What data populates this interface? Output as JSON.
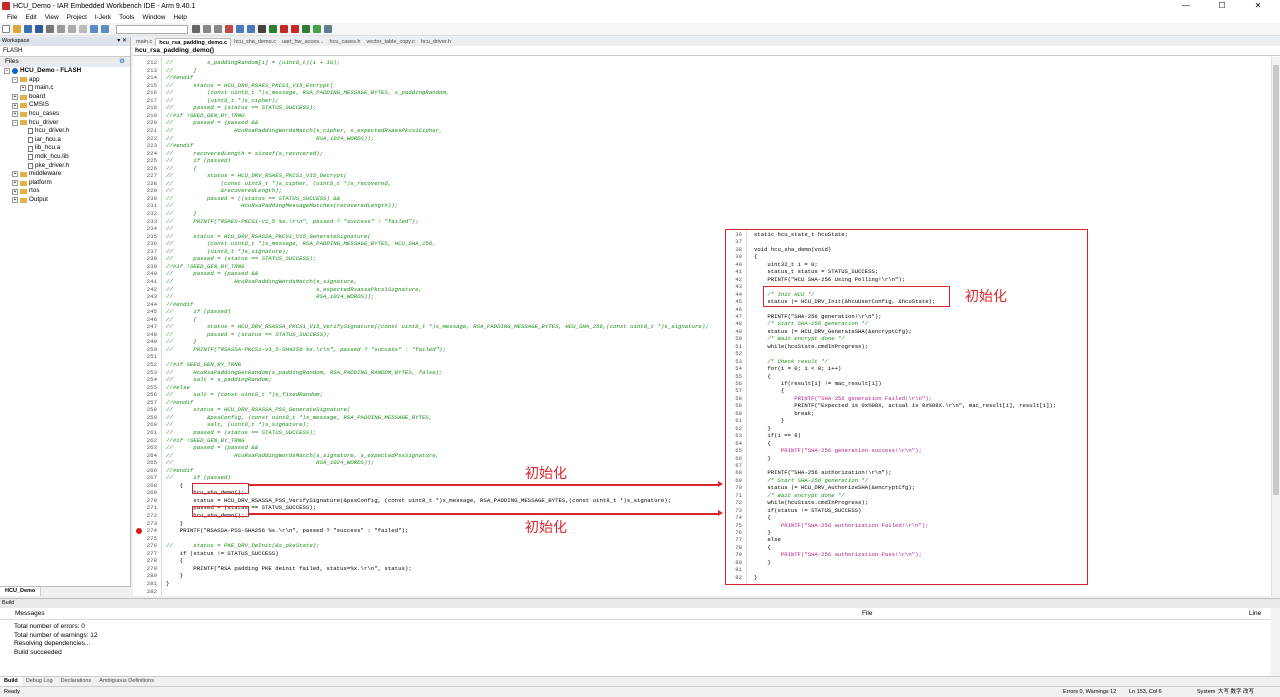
{
  "window": {
    "title": "HCU_Demo - IAR Embedded Workbench IDE - Arm 9.40.1",
    "controls": [
      "—",
      "☐",
      "✕"
    ]
  },
  "menu": [
    "File",
    "Edit",
    "View",
    "Project",
    "I-Jerk",
    "Tools",
    "Window",
    "Help"
  ],
  "workspace": {
    "header": "Workspace",
    "config": "FLASH",
    "files_label": "Files",
    "tab": "HCU_Demo",
    "tree": [
      {
        "label": "HCU_Demo - FLASH",
        "type": "project",
        "level": 0,
        "exp": "−"
      },
      {
        "label": "app",
        "type": "folder",
        "level": 1,
        "exp": "−"
      },
      {
        "label": "main.c",
        "type": "file",
        "level": 2,
        "exp": "+"
      },
      {
        "label": "board",
        "type": "folder",
        "level": 1,
        "exp": "+"
      },
      {
        "label": "CMSIS",
        "type": "folder",
        "level": 1,
        "exp": "+"
      },
      {
        "label": "hcu_cases",
        "type": "folder",
        "level": 1,
        "exp": "+"
      },
      {
        "label": "hcu_driver",
        "type": "folder",
        "level": 1,
        "exp": "−"
      },
      {
        "label": "hcu_driver.h",
        "type": "file",
        "level": 2,
        "exp": ""
      },
      {
        "label": "iar_hcu.a",
        "type": "file",
        "level": 2,
        "exp": ""
      },
      {
        "label": "lib_hcu.a",
        "type": "file",
        "level": 2,
        "exp": ""
      },
      {
        "label": "mdk_hcu.lib",
        "type": "file",
        "level": 2,
        "exp": ""
      },
      {
        "label": "pke_driver.h",
        "type": "file",
        "level": 2,
        "exp": ""
      },
      {
        "label": "middleware",
        "type": "folder",
        "level": 1,
        "exp": "+"
      },
      {
        "label": "platform",
        "type": "folder",
        "level": 1,
        "exp": "+"
      },
      {
        "label": "rtos",
        "type": "folder",
        "level": 1,
        "exp": "+"
      },
      {
        "label": "Output",
        "type": "folder",
        "level": 1,
        "exp": "+"
      }
    ]
  },
  "editor": {
    "tabs": [
      {
        "label": "main.c",
        "active": false
      },
      {
        "label": "hcu_rsa_padding_demo.c",
        "active": true
      },
      {
        "label": "hcu_sha_demo.c",
        "active": false
      },
      {
        "label": "uart_hw_acces...",
        "active": false
      },
      {
        "label": "hcu_cases.h",
        "active": false
      },
      {
        "label": "vector_table_copy.c",
        "active": false
      },
      {
        "label": "hcu_driver.h",
        "active": false
      }
    ],
    "function": "hcu_rsa_padding_demo()",
    "lines": [
      {
        "n": "212",
        "t": "//          s_paddingRandom[i] = (uint8_t)(i + 1U);",
        "c": true
      },
      {
        "n": "213",
        "t": "//      }",
        "c": true
      },
      {
        "n": "214",
        "t": "//#endif",
        "c": true
      },
      {
        "n": "215",
        "t": "//      status = HCU_DRV_RSAES_PKCS1_V15_Encrypt(",
        "c": true
      },
      {
        "n": "216",
        "t": "//          (const uint8_t *)s_message, RSA_PADDING_MESSAGE_BYTES, s_paddingRandom,",
        "c": true
      },
      {
        "n": "217",
        "t": "//          (uint8_t *)s_cipher);",
        "c": true
      },
      {
        "n": "218",
        "t": "//      passed = (status == STATUS_SUCCESS);",
        "c": true
      },
      {
        "n": "219",
        "t": "//#if !SEED_GEN_BY_TRNG",
        "c": true
      },
      {
        "n": "220",
        "t": "//      passed = (passed &&",
        "c": true
      },
      {
        "n": "221",
        "t": "//                  HcuRsaPaddingWordsMatch(s_cipher, s_expectedRsaesPkcs1Cipher,",
        "c": true
      },
      {
        "n": "222",
        "t": "//                                          RSA_1024_WORDS));",
        "c": true
      },
      {
        "n": "223",
        "t": "//#endif",
        "c": true
      },
      {
        "n": "224",
        "t": "//      recoveredLength = sizeof(s_recovered);",
        "c": true
      },
      {
        "n": "225",
        "t": "//      if (passed)",
        "c": true
      },
      {
        "n": "226",
        "t": "//      {",
        "c": true
      },
      {
        "n": "227",
        "t": "//          status = HCU_DRV_RSAES_PKCS1_V15_Decrypt(",
        "c": true
      },
      {
        "n": "228",
        "t": "//              (const uint8_t *)s_cipher, (uint8_t *)s_recovered,",
        "c": true
      },
      {
        "n": "229",
        "t": "//              &recoveredLength);",
        "c": true
      },
      {
        "n": "230",
        "t": "//          passed = ((status == STATUS_SUCCESS) &&",
        "c": true
      },
      {
        "n": "231",
        "t": "//                    HcuRsaPaddingMessageMatches(recoveredLength));",
        "c": true
      },
      {
        "n": "232",
        "t": "//      }",
        "c": true
      },
      {
        "n": "233",
        "t": "//      PRINTF(\"RSAES-PKCS1-v1_5 %s.\\r\\n\", passed ? \"success\" : \"failed\");",
        "c": true
      },
      {
        "n": "234",
        "t": "//",
        "c": true
      },
      {
        "n": "235",
        "t": "//      status = HCU_DRV_RSASSA_PKCS1_V15_GenerateSignature(",
        "c": true
      },
      {
        "n": "236",
        "t": "//          (const uint8_t *)s_message, RSA_PADDING_MESSAGE_BYTES, HCU_SHA_256,",
        "c": true
      },
      {
        "n": "237",
        "t": "//          (uint8_t *)s_signature);",
        "c": true
      },
      {
        "n": "238",
        "t": "//      passed = (status == STATUS_SUCCESS);",
        "c": true
      },
      {
        "n": "239",
        "t": "//#if !SEED_GEN_BY_TRNG",
        "c": true
      },
      {
        "n": "240",
        "t": "//      passed = (passed &&",
        "c": true
      },
      {
        "n": "241",
        "t": "//                  HcuRsaPaddingWordsMatch(s_signature,",
        "c": true
      },
      {
        "n": "242",
        "t": "//                                          s_expectedRsassaPkcs1Signature,",
        "c": true
      },
      {
        "n": "243",
        "t": "//                                          RSA_1024_WORDS));",
        "c": true
      },
      {
        "n": "244",
        "t": "//#endif",
        "c": true
      },
      {
        "n": "245",
        "t": "//      if (passed)",
        "c": true
      },
      {
        "n": "246",
        "t": "//      {",
        "c": true
      },
      {
        "n": "247",
        "t": "//          status = HCU_DRV_RSASSA_PKCS1_V15_VerifySignature((const uint8_t *)s_message, RSA_PADDING_MESSAGE_BYTES, HCU_SHA_256,(const uint8_t *)s_signature);",
        "c": true
      },
      {
        "n": "248",
        "t": "//          passed = (status == STATUS_SUCCESS);",
        "c": true
      },
      {
        "n": "249",
        "t": "//      }",
        "c": true
      },
      {
        "n": "250",
        "t": "//      PRINTF(\"RSASSA-PKCS1-v1_5-SHA256 %s.\\r\\n\", passed ? \"success\" : \"failed\");",
        "c": true
      },
      {
        "n": "251",
        "t": "",
        "c": false
      },
      {
        "n": "252",
        "t": "//#if SEED_GEN_BY_TRNG",
        "c": true
      },
      {
        "n": "253",
        "t": "//      HcuRsaPaddingGetRandom(s_paddingRandom, RSA_PADDING_RANDOM_BYTES, false);",
        "c": true
      },
      {
        "n": "254",
        "t": "//      salt = s_paddingRandom;",
        "c": true
      },
      {
        "n": "255",
        "t": "//#else",
        "c": true
      },
      {
        "n": "256",
        "t": "//      salt = (const uint8_t *)s_fixedRandom;",
        "c": true
      },
      {
        "n": "257",
        "t": "//#endif",
        "c": true
      },
      {
        "n": "258",
        "t": "//      status = HCU_DRV_RSASSA_PSS_GenerateSignature(",
        "c": true
      },
      {
        "n": "259",
        "t": "//          &pssConfig, (const uint8_t *)s_message, RSA_PADDING_MESSAGE_BYTES,",
        "c": true
      },
      {
        "n": "260",
        "t": "//          salt, (uint8_t *)s_signature);",
        "c": true
      },
      {
        "n": "261",
        "t": "//      passed = (status == STATUS_SUCCESS);",
        "c": true
      },
      {
        "n": "262",
        "t": "//#if !SEED_GEN_BY_TRNG",
        "c": true
      },
      {
        "n": "263",
        "t": "//      passed = (passed &&",
        "c": true
      },
      {
        "n": "264",
        "t": "//                  HcuRsaPaddingWordsMatch(s_signature, s_expectedPssSignature,",
        "c": true
      },
      {
        "n": "265",
        "t": "//                                          RSA_1024_WORDS));",
        "c": true
      },
      {
        "n": "266",
        "t": "//#endif",
        "c": true
      },
      {
        "n": "267",
        "t": "//      if (passed)",
        "c": true
      },
      {
        "n": "268",
        "t": "    {",
        "c": false
      },
      {
        "n": "269",
        "t": "        hcu_sha_demo();",
        "c": false
      },
      {
        "n": "270",
        "t": "        status = HCU_DRV_RSASSA_PSS_VerifySignature(&pssConfig, (const uint8_t *)s_message, RSA_PADDING_MESSAGE_BYTES,(const uint8_t *)s_signature);",
        "c": false
      },
      {
        "n": "271",
        "t": "        passed = (status == STATUS_SUCCESS);",
        "c": false
      },
      {
        "n": "272",
        "t": "        hcu_sha_demo();",
        "c": false
      },
      {
        "n": "273",
        "t": "    }",
        "c": false
      },
      {
        "n": "274",
        "t": "    PRINTF(\"RSASSA-PSS-SHA256 %s.\\r\\n\", passed ? \"success\" : \"failed\");",
        "c": false
      },
      {
        "n": "275",
        "t": "",
        "c": false
      },
      {
        "n": "276",
        "t": "//      status = PKE_DRV_DeInit(&s_pkeState);",
        "c": true
      },
      {
        "n": "277",
        "t": "    if (status != STATUS_SUCCESS)",
        "c": false
      },
      {
        "n": "278",
        "t": "    {",
        "c": false
      },
      {
        "n": "279",
        "t": "        PRINTF(\"RSA padding PKE deinit failed, status=%x.\\r\\n\", status);",
        "c": false
      },
      {
        "n": "280",
        "t": "    }",
        "c": false
      },
      {
        "n": "281",
        "t": "}",
        "c": false
      },
      {
        "n": "282",
        "t": "",
        "c": false
      }
    ]
  },
  "overlay": {
    "lines": [
      {
        "n": "36",
        "t": "static hcu_state_t hcuState;",
        "k": ""
      },
      {
        "n": "37",
        "t": "",
        "k": ""
      },
      {
        "n": "38",
        "t": "void hcu_sha_demo(void)",
        "k": ""
      },
      {
        "n": "39",
        "t": "{",
        "k": ""
      },
      {
        "n": "40",
        "t": "    uint32_t i = 0;",
        "k": ""
      },
      {
        "n": "41",
        "t": "    status_t status = STATUS_SUCCESS;",
        "k": ""
      },
      {
        "n": "42",
        "t": "    PRINTF(\"HCU SHA-256 Using Polling!\\r\\n\");",
        "k": ""
      },
      {
        "n": "43",
        "t": "",
        "k": ""
      },
      {
        "n": "44",
        "t": "    /* Init HCU */",
        "k": "c"
      },
      {
        "n": "45",
        "t": "    status |= HCU_DRV_Init(&hcuUserConfig, &hcuState);",
        "k": ""
      },
      {
        "n": "46",
        "t": "",
        "k": ""
      },
      {
        "n": "47",
        "t": "    PRINTF(\"SHA-256 generation!\\r\\n\");",
        "k": ""
      },
      {
        "n": "48",
        "t": "    /* Start SHA-256 generation */",
        "k": "c"
      },
      {
        "n": "49",
        "t": "    status |= HCU_DRV_GenerateSHA(&encryptCfg);",
        "k": ""
      },
      {
        "n": "50",
        "t": "    /* Wait encrypt done */",
        "k": "c"
      },
      {
        "n": "51",
        "t": "    while(hcuState.cmdInProgress);",
        "k": ""
      },
      {
        "n": "52",
        "t": "",
        "k": ""
      },
      {
        "n": "53",
        "t": "    /* Check result */",
        "k": "c"
      },
      {
        "n": "54",
        "t": "    for(i = 0; i < 8; i++)",
        "k": ""
      },
      {
        "n": "55",
        "t": "    {",
        "k": ""
      },
      {
        "n": "56",
        "t": "        if(result[i] != mac_result[i])",
        "k": ""
      },
      {
        "n": "57",
        "t": "        {",
        "k": ""
      },
      {
        "n": "58",
        "t": "            PRINTF(\"SHA-256 generation Failed!\\r\\n\");",
        "k": "s"
      },
      {
        "n": "59",
        "t": "            PRINTF(\"Expected is 0x%08X, actual is 0x%08X.\\r\\n\", mac_result[i], result[i]);",
        "k": ""
      },
      {
        "n": "60",
        "t": "            break;",
        "k": ""
      },
      {
        "n": "61",
        "t": "        }",
        "k": ""
      },
      {
        "n": "62",
        "t": "    }",
        "k": ""
      },
      {
        "n": "63",
        "t": "    if(i == 8)",
        "k": ""
      },
      {
        "n": "64",
        "t": "    {",
        "k": ""
      },
      {
        "n": "65",
        "t": "        PRINTF(\"SHA-256 generation success!\\r\\n\");",
        "k": "s"
      },
      {
        "n": "66",
        "t": "    }",
        "k": ""
      },
      {
        "n": "67",
        "t": "",
        "k": ""
      },
      {
        "n": "68",
        "t": "    PRINTF(\"SHA-256 authorization!\\r\\n\");",
        "k": ""
      },
      {
        "n": "69",
        "t": "    /* Start SHA-256 generation */",
        "k": "c"
      },
      {
        "n": "70",
        "t": "    status |= HCU_DRV_AuthorizeSHA(&encryptCfg);",
        "k": ""
      },
      {
        "n": "71",
        "t": "    /* Wait encrypt done */",
        "k": "c"
      },
      {
        "n": "72",
        "t": "    while(hcuState.cmdInProgress);",
        "k": ""
      },
      {
        "n": "73",
        "t": "    if(status != STATUS_SUCCESS)",
        "k": ""
      },
      {
        "n": "74",
        "t": "    {",
        "k": ""
      },
      {
        "n": "75",
        "t": "        PRINTF(\"SHA-256 authorization Failed!\\r\\n\");",
        "k": "s"
      },
      {
        "n": "76",
        "t": "    }",
        "k": ""
      },
      {
        "n": "77",
        "t": "    else",
        "k": ""
      },
      {
        "n": "78",
        "t": "    {",
        "k": ""
      },
      {
        "n": "79",
        "t": "        PRINTF(\"SHA-256 authorization Pass!\\r\\n\");",
        "k": "s"
      },
      {
        "n": "80",
        "t": "    }",
        "k": ""
      },
      {
        "n": "81",
        "t": "",
        "k": ""
      },
      {
        "n": "82",
        "t": "}",
        "k": ""
      }
    ]
  },
  "annotations": {
    "init_label": "初始化"
  },
  "build": {
    "header": "Build",
    "col_messages": "Messages",
    "col_file": "File",
    "col_line": "Line",
    "messages": [
      "Total number of errors: 0",
      "Total number of warnings: 12",
      "Resolving dependencies...",
      "Build succeeded"
    ],
    "tabs": [
      "Build",
      "Debug Log",
      "Declarations",
      "Ambiguous Definitions"
    ]
  },
  "status": {
    "ready": "Ready",
    "errors": "Errors 0, Warnings 12",
    "position": "Ln 153, Col 6",
    "encoding": "System",
    "ime": "大写 数字 改写"
  },
  "colors": {
    "accent_red": "#d7262e",
    "comment": "#1a8a1a"
  }
}
